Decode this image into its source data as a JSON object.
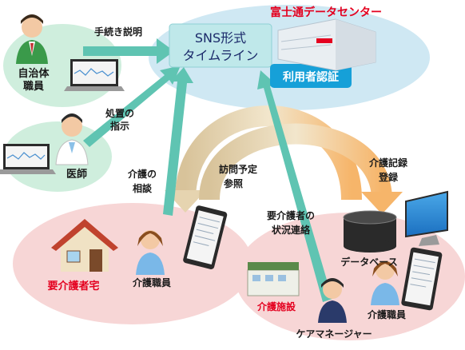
{
  "colors": {
    "arrow_teal": "#5fc4b2",
    "ellipse_green": "#cfeedd",
    "ellipse_blue": "#cfe8f3",
    "ellipse_pink": "#f7d6d6",
    "badge_blue": "#16a0d8",
    "sns_box": "#bfe8ea",
    "red_label": "#e4001f"
  },
  "labels": {
    "fujitsu_center": "富士通データセンター",
    "sns_line1": "SNS形式",
    "sns_line2": "タイムライン",
    "auth_badge": "利用者認証",
    "explain": "手続き説明",
    "municipal_1": "自治体",
    "municipal_2": "職員",
    "instruct_1": "処置の",
    "instruct_2": "指示",
    "doctor": "医師",
    "consult_1": "介護の",
    "consult_2": "相談",
    "visit_1": "訪問予定",
    "visit_2": "参照",
    "record_1": "介護記録",
    "record_2": "登録",
    "status_1": "要介護者の",
    "status_2": "状況連絡",
    "database": "データベース",
    "home": "要介護者宅",
    "caregiver_left": "介護職員",
    "facility": "介護施設",
    "caregiver_right": "介護職員",
    "care_manager": "ケアマネージャー"
  }
}
